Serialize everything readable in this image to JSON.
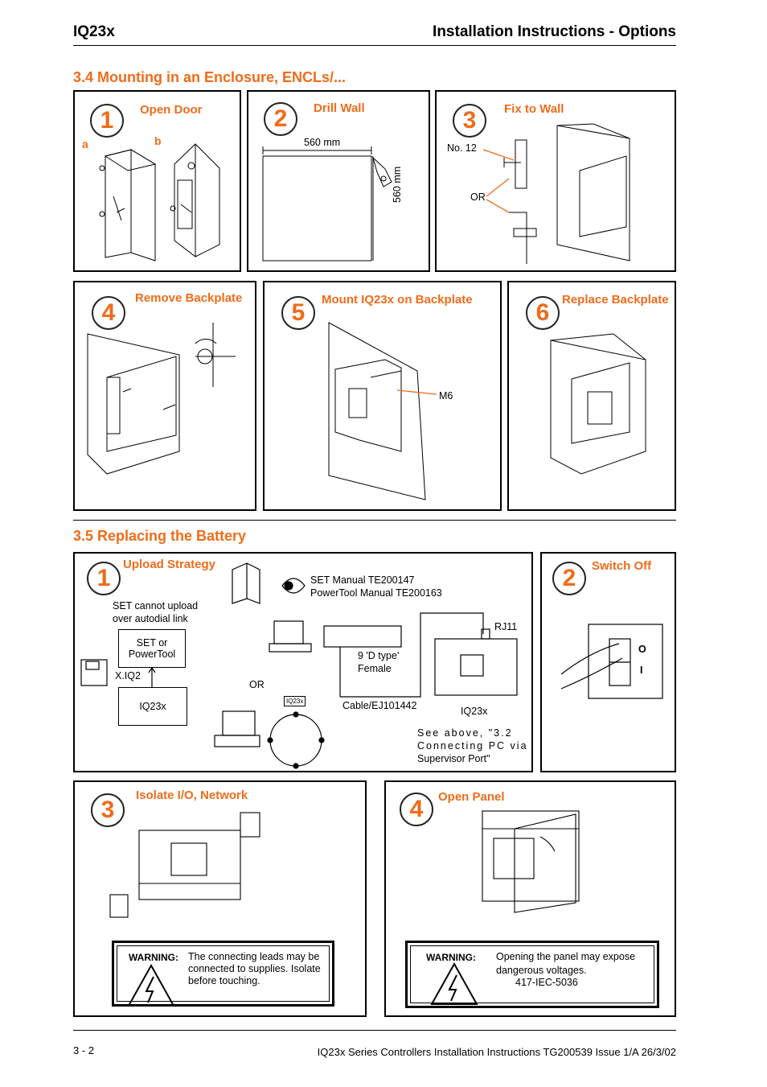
{
  "header": {
    "product": "IQ23x",
    "title": "Installation Instructions - Options"
  },
  "section_mount": {
    "heading": "3.4 Mounting in an Enclosure, ENCLs/...",
    "steps": [
      {
        "number": "1",
        "title": "Open Door",
        "labels": {
          "a": "a",
          "b": "b"
        }
      },
      {
        "number": "2",
        "title": "Drill Wall",
        "labels": {
          "width": "560 mm",
          "height": "560 mm"
        }
      },
      {
        "number": "3",
        "title": "Fix to Wall",
        "labels": {
          "screw": "No. 12",
          "or": "OR"
        }
      },
      {
        "number": "4",
        "title": "Remove Backplate"
      },
      {
        "number": "5",
        "title": "Mount IQ23x on Backplate",
        "labels": {
          "bolt": "M6"
        }
      },
      {
        "number": "6",
        "title": "Replace Backplate"
      }
    ]
  },
  "section_battery": {
    "heading": "3.5 Replacing the Battery",
    "steps": [
      {
        "number": "1",
        "title": "Upload Strategy",
        "labels": {
          "manual1": "SET Manual TE200147",
          "manual2": "PowerTool Manual TE200163",
          "note": "SET cannot upload over autodial link",
          "note_line1": "SET cannot upload",
          "note_line2": "over autodial link",
          "set_line1": "SET or",
          "set_line2": "PowerTool",
          "xiq2": "X.IQ2",
          "iq23x_box": "IQ23x",
          "or": "OR",
          "rj11": "RJ11",
          "dtype_line1": "9 'D type'",
          "dtype_line2": "Female",
          "cable": "Cable/EJ101442",
          "iq23x_label": "IQ23x",
          "ring_tag": "IQ23x",
          "see_line1": "See above, \"3.2",
          "see_line2": "Connecting PC via",
          "see_line3": "Supervisor Port\""
        }
      },
      {
        "number": "2",
        "title": "Switch Off",
        "labels": {
          "on": "O",
          "off": "I"
        }
      },
      {
        "number": "3",
        "title": "Isolate I/O, Network",
        "warning_label": "WARNING:",
        "warning_line1": "The connecting leads may be",
        "warning_line2": "connected to supplies. Isolate",
        "warning_line3": "before touching."
      },
      {
        "number": "4",
        "title": "Open Panel",
        "warning_label": "WARNING:",
        "warning_line1": "Opening the panel may expose",
        "warning_line2": "dangerous voltages.",
        "warning_line3": "417-IEC-5036"
      }
    ]
  },
  "footer": {
    "page": "3 - 2",
    "doc": "IQ23x Series Controllers Installation Instructions TG200539 Issue 1/A 26/3/02"
  },
  "colors": {
    "accent": "#ef6c1a",
    "ink": "#000000"
  }
}
